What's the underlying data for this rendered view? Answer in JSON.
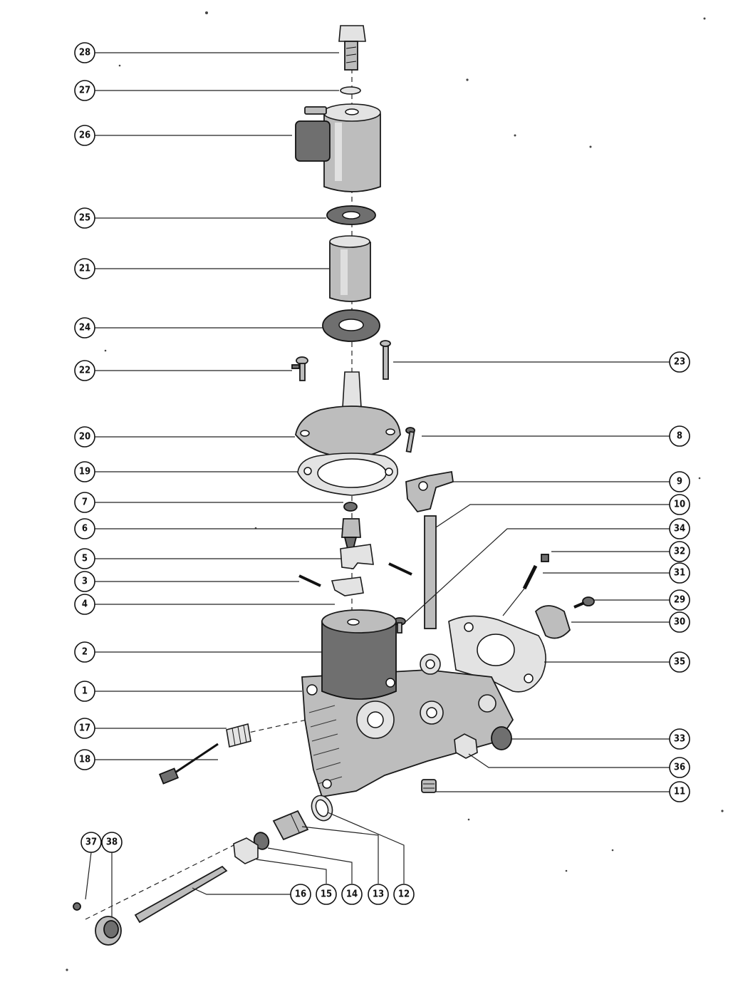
{
  "diagram": {
    "callouts": [
      "28",
      "27",
      "26",
      "25",
      "21",
      "24",
      "22",
      "23",
      "20",
      "8",
      "19",
      "9",
      "7",
      "10",
      "6",
      "34",
      "5",
      "32",
      "3",
      "31",
      "4",
      "29",
      "30",
      "2",
      "35",
      "1",
      "17",
      "33",
      "18",
      "36",
      "11",
      "37",
      "38",
      "16",
      "15",
      "14",
      "13",
      "12"
    ]
  }
}
